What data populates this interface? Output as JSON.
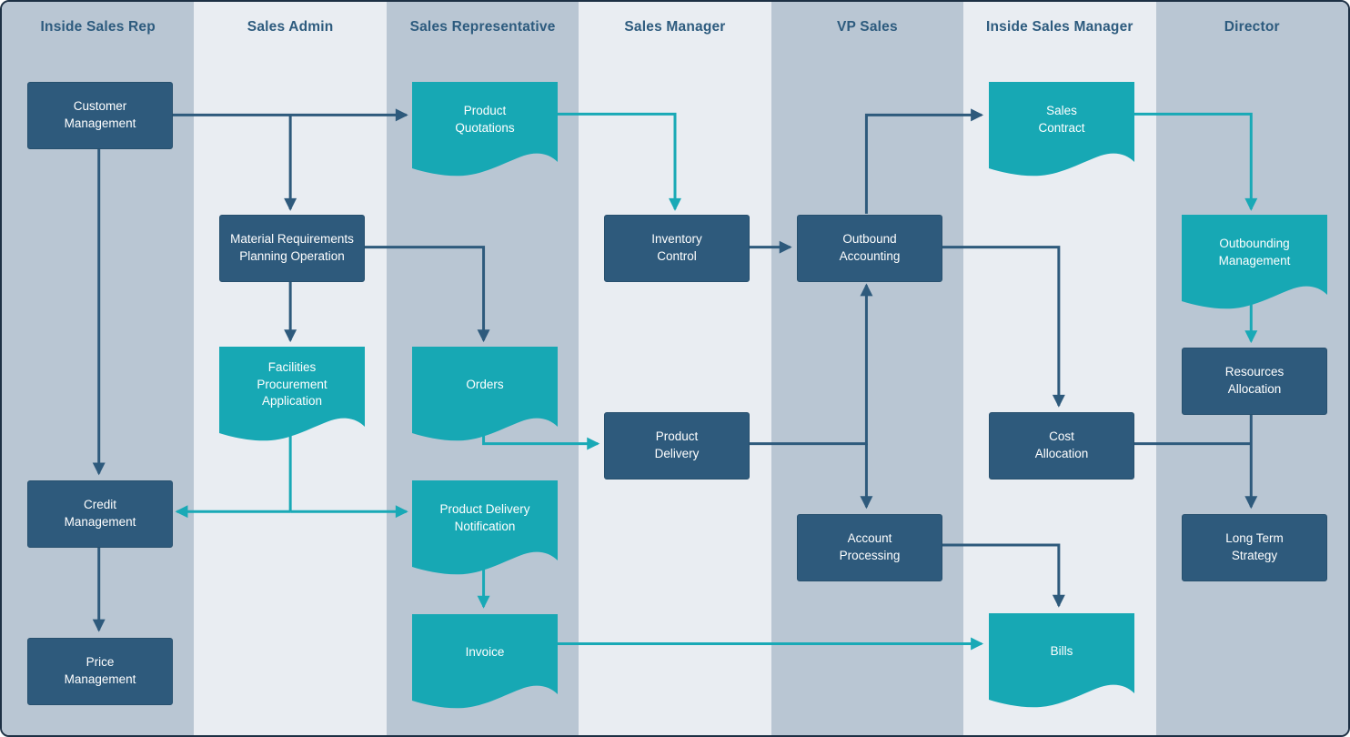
{
  "colors": {
    "lane_dark": "#b9c6d3",
    "lane_light": "#e9edf2",
    "process_fill": "#2e5a7c",
    "process_border": "#27506e",
    "document_fill": "#17a8b4",
    "arrow_dark": "#2e5a7c",
    "arrow_teal": "#19a9b6",
    "lane_title": "#2d5b7e",
    "node_text": "#ffffff",
    "canvas_border": "#1d3044"
  },
  "lanes": [
    {
      "title": "Inside Sales Rep"
    },
    {
      "title": "Sales Admin"
    },
    {
      "title": "Sales Representative"
    },
    {
      "title": "Sales Manager"
    },
    {
      "title": "VP Sales"
    },
    {
      "title": "Inside Sales Manager"
    },
    {
      "title": "Director"
    }
  ],
  "nodes": [
    {
      "id": "customer-management",
      "label": "Customer\nManagement",
      "shape": "process",
      "lane": "Inside Sales Rep"
    },
    {
      "id": "credit-management",
      "label": "Credit\nManagement",
      "shape": "process",
      "lane": "Inside Sales Rep"
    },
    {
      "id": "price-management",
      "label": "Price\nManagement",
      "shape": "process",
      "lane": "Inside Sales Rep"
    },
    {
      "id": "material-requirements-planning-operation",
      "label": "Material Requirements\nPlanning Operation",
      "shape": "process",
      "lane": "Sales Admin"
    },
    {
      "id": "facilities-procurement-application",
      "label": "Facilities\nProcurement\nApplication",
      "shape": "document",
      "lane": "Sales Admin"
    },
    {
      "id": "product-quotations",
      "label": "Product\nQuotations",
      "shape": "document",
      "lane": "Sales Representative"
    },
    {
      "id": "orders",
      "label": "Orders",
      "shape": "document",
      "lane": "Sales Representative"
    },
    {
      "id": "product-delivery-notification",
      "label": "Product Delivery\nNotification",
      "shape": "document",
      "lane": "Sales Representative"
    },
    {
      "id": "invoice",
      "label": "Invoice",
      "shape": "document",
      "lane": "Sales Representative"
    },
    {
      "id": "inventory-control",
      "label": "Inventory\nControl",
      "shape": "process",
      "lane": "Sales Manager"
    },
    {
      "id": "product-delivery",
      "label": "Product\nDelivery",
      "shape": "process",
      "lane": "Sales Manager"
    },
    {
      "id": "outbound-accounting",
      "label": "Outbound\nAccounting",
      "shape": "process",
      "lane": "VP Sales"
    },
    {
      "id": "account-processing",
      "label": "Account\nProcessing",
      "shape": "process",
      "lane": "VP Sales"
    },
    {
      "id": "sales-contract",
      "label": "Sales\nContract",
      "shape": "document",
      "lane": "Inside Sales Manager"
    },
    {
      "id": "cost-allocation",
      "label": "Cost\nAllocation",
      "shape": "process",
      "lane": "Inside Sales Manager"
    },
    {
      "id": "bills",
      "label": "Bills",
      "shape": "document",
      "lane": "Inside Sales Manager"
    },
    {
      "id": "outbounding-management",
      "label": "Outbounding\nManagement",
      "shape": "document",
      "lane": "Director"
    },
    {
      "id": "resources-allocation",
      "label": "Resources\nAllocation",
      "shape": "process",
      "lane": "Director"
    },
    {
      "id": "long-term-strategy",
      "label": "Long Term\nStrategy",
      "shape": "process",
      "lane": "Director"
    }
  ],
  "edges": [
    {
      "from": "customer-management",
      "to": "product-quotations",
      "color": "dark"
    },
    {
      "from": "customer-management",
      "to": "material-requirements-planning-operation",
      "color": "dark"
    },
    {
      "from": "customer-management",
      "to": "credit-management",
      "color": "dark"
    },
    {
      "from": "credit-management",
      "to": "price-management",
      "color": "dark"
    },
    {
      "from": "material-requirements-planning-operation",
      "to": "facilities-procurement-application",
      "color": "dark"
    },
    {
      "from": "material-requirements-planning-operation",
      "to": "orders",
      "color": "dark"
    },
    {
      "from": "product-quotations",
      "to": "inventory-control",
      "color": "teal"
    },
    {
      "from": "inventory-control",
      "to": "outbound-accounting",
      "color": "dark"
    },
    {
      "from": "outbound-accounting",
      "to": "sales-contract",
      "color": "dark"
    },
    {
      "from": "outbound-accounting",
      "to": "cost-allocation",
      "color": "dark"
    },
    {
      "from": "product-delivery",
      "to": "outbound-accounting",
      "color": "dark"
    },
    {
      "from": "product-delivery",
      "to": "account-processing",
      "color": "dark"
    },
    {
      "from": "orders",
      "to": "product-delivery",
      "color": "teal"
    },
    {
      "from": "facilities-procurement-application",
      "to": "credit-management",
      "color": "teal"
    },
    {
      "from": "facilities-procurement-application",
      "to": "product-delivery-notification",
      "color": "teal"
    },
    {
      "from": "product-delivery-notification",
      "to": "invoice",
      "color": "teal"
    },
    {
      "from": "invoice",
      "to": "bills",
      "color": "teal"
    },
    {
      "from": "account-processing",
      "to": "bills",
      "color": "dark"
    },
    {
      "from": "sales-contract",
      "to": "outbounding-management",
      "color": "teal"
    },
    {
      "from": "outbounding-management",
      "to": "resources-allocation",
      "color": "teal"
    },
    {
      "from": "resources-allocation",
      "to": "long-term-strategy",
      "color": "dark"
    },
    {
      "from": "cost-allocation",
      "to": "long-term-strategy",
      "color": "dark"
    }
  ]
}
